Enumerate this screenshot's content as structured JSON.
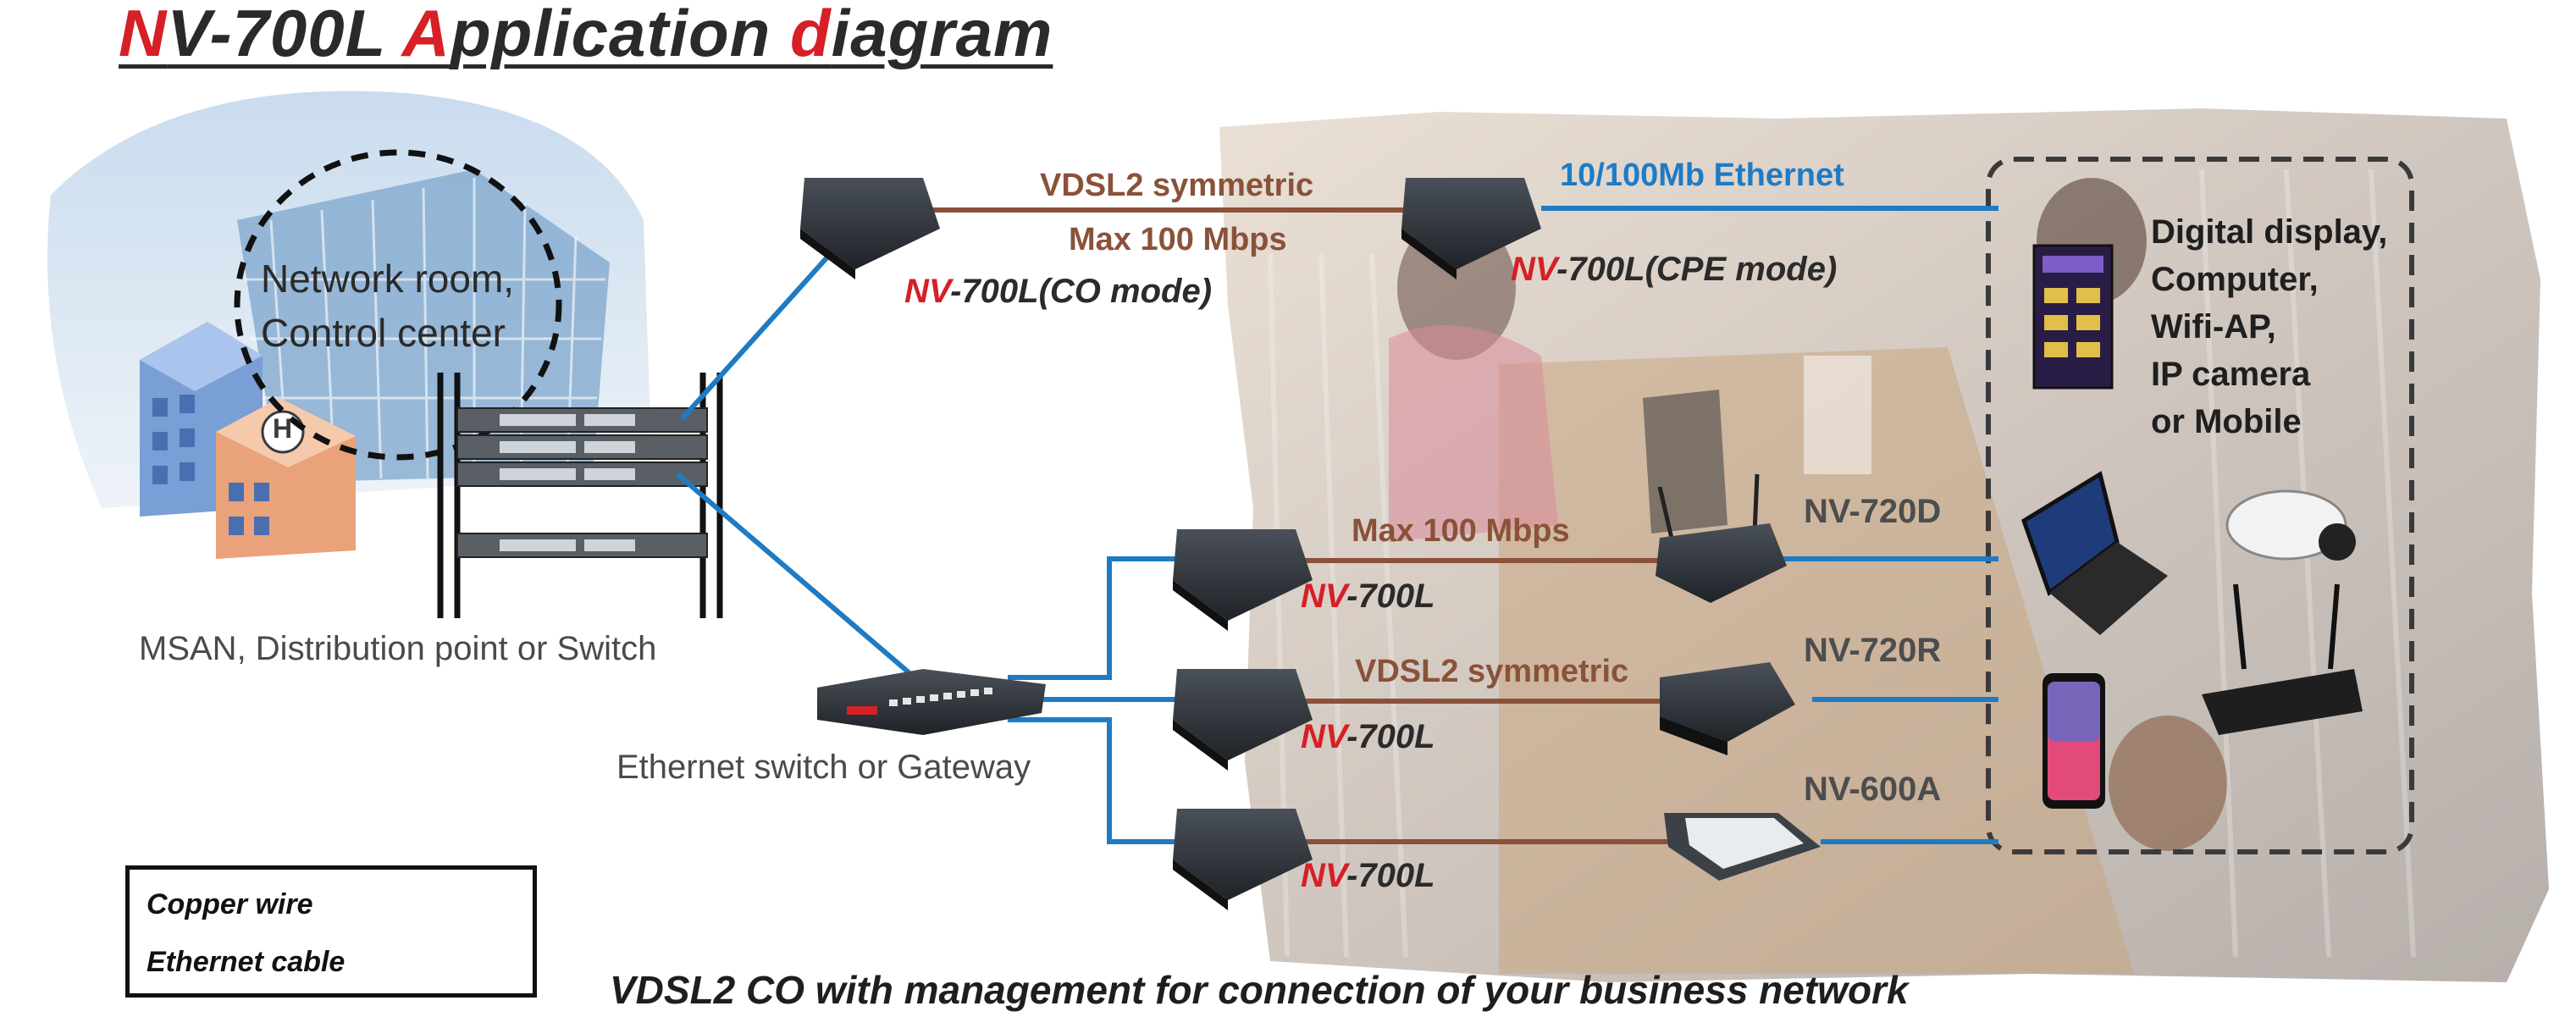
{
  "title": {
    "initial1": "N",
    "part1": "V-700L ",
    "initial2": "A",
    "part2": "pplication ",
    "initial3": "d",
    "part3": "iagram"
  },
  "network_room": {
    "line1": "Network room,",
    "line2": "Control center",
    "badge": "H"
  },
  "msan_label": "MSAN, Distribution point or Switch",
  "switch_label": "Ethernet switch or Gateway",
  "top_link": {
    "line1": "VDSL2 symmetric",
    "line2": "Max 100 Mbps",
    "ethernet": "10/100Mb  Ethernet"
  },
  "co_label": {
    "red": "NV",
    "rest": "-700L(CO mode)"
  },
  "cpe_label": {
    "red": "NV",
    "rest": "-700L(CPE mode)"
  },
  "link_labels": {
    "max": "Max 100 Mbps",
    "vdsl": "VDSL2 symmetric"
  },
  "nv700l": [
    {
      "red": "NV",
      "rest": "-700L"
    },
    {
      "red": "NV",
      "rest": "-700L"
    },
    {
      "red": "NV",
      "rest": "-700L"
    }
  ],
  "cpe_models": [
    "NV-720D",
    "NV-720R",
    "NV-600A"
  ],
  "clients": [
    "Digital display,",
    "Computer,",
    "Wifi-AP,",
    "IP camera",
    "or Mobile"
  ],
  "legend": {
    "copper": "Copper wire",
    "ethernet": "Ethernet cable"
  },
  "footer": "VDSL2 CO with management  for connection of your business network",
  "colors": {
    "copper": "#8a5239",
    "ethernet": "#1e7bc4",
    "accent": "#d61f26"
  }
}
